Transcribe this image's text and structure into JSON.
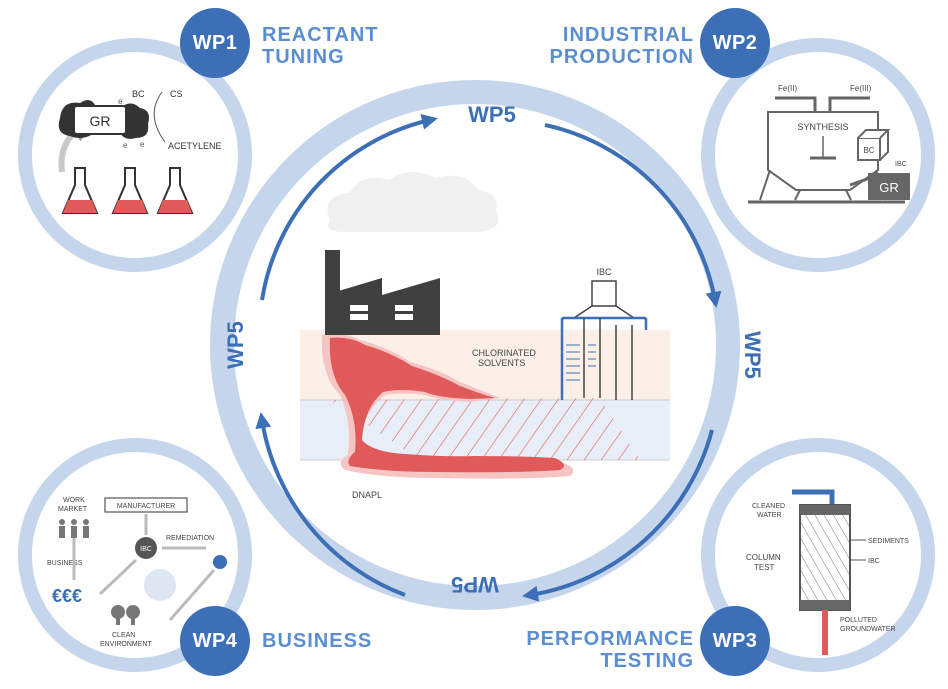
{
  "workpackages": {
    "wp1": {
      "badge": "WP1",
      "title_line1": "REACTANT",
      "title_line2": "TUNING"
    },
    "wp2": {
      "badge": "WP2",
      "title_line1": "INDUSTRIAL",
      "title_line2": "PRODUCTION"
    },
    "wp3": {
      "badge": "WP3",
      "title_line1": "PERFORMANCE",
      "title_line2": "TESTING"
    },
    "wp4": {
      "badge": "WP4",
      "title_line1": "BUSINESS",
      "title_line2": ""
    },
    "wp5": {
      "label": "WP5"
    }
  },
  "wp1_panel": {
    "gr": "GR",
    "bc": "BC",
    "cs": "CS",
    "acetylene": "ACETYLENE",
    "e": "e"
  },
  "wp2_panel": {
    "fe2": "Fe(II)",
    "fe3": "Fe(III)",
    "synthesis": "SYNTHESIS",
    "bc": "BC",
    "ibc": "IBC",
    "gr": "GR"
  },
  "wp3_panel": {
    "cleaned_line1": "CLEANED",
    "cleaned_line2": "WATER",
    "column_line1": "COLUMN",
    "column_line2": "TEST",
    "sediments": "SEDIMENTS",
    "ibc": "IBC",
    "polluted_line1": "POLLUTED",
    "polluted_line2": "GROUNDWATER"
  },
  "wp4_panel": {
    "work_line1": "WORK",
    "work_line2": "MARKET",
    "manufacturer": "MANUFACTURER",
    "ibc": "IBC",
    "remediation": "REMEDIATION",
    "business": "BUSINESS",
    "euro": "€€€",
    "clean_line1": "CLEAN",
    "clean_line2": "ENVIRONMENT"
  },
  "center": {
    "ibc": "IBC",
    "chlorinated_line1": "CHLORINATED",
    "chlorinated_line2": "SOLVENTS",
    "dnapl": "DNAPL"
  },
  "colors": {
    "blue_dark": "#3c6fb6",
    "blue_light": "#c5d6ec",
    "red": "#e05a5a",
    "red_light": "#f6c4c2",
    "gray_dark": "#4a4a4a"
  }
}
